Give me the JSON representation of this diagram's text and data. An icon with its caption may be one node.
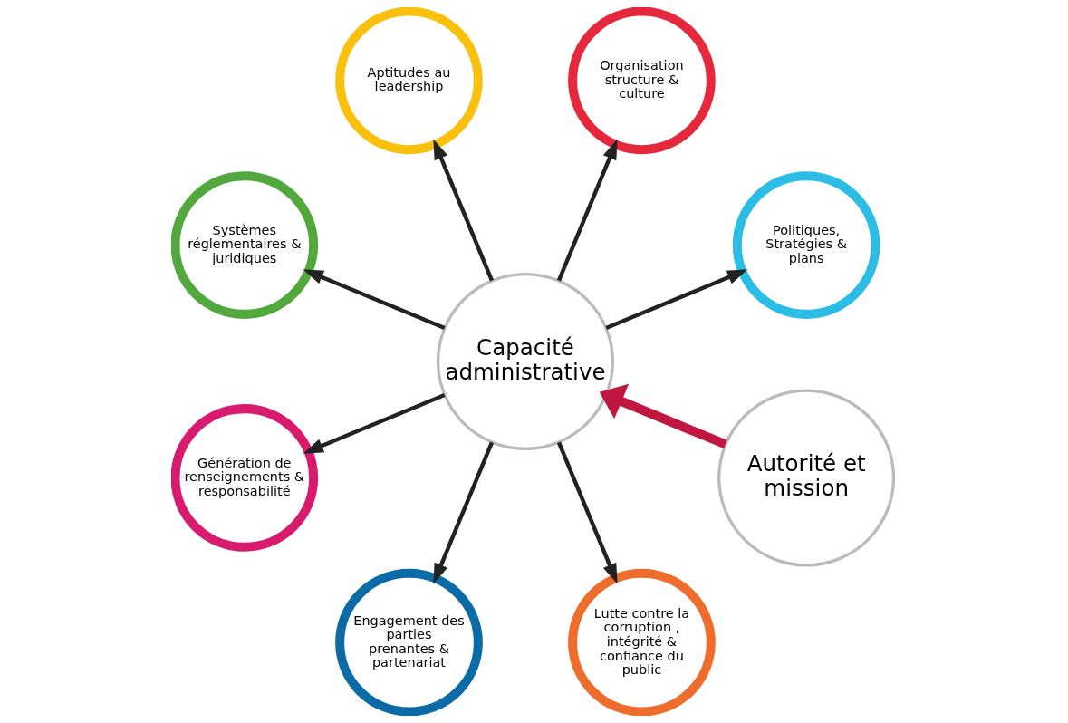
{
  "diagram": {
    "nodes": [
      {
        "text": [
          "Autorité et mission"
        ]
      },
      {
        "text": [
          "Capacité administrative"
        ]
      },
      {
        "text": [
          "Politiques, Stratégies & plans"
        ]
      },
      {
        "text": [
          "Organisation structure & culture"
        ]
      },
      {
        "text": [
          "Aptitudes au leadership"
        ]
      },
      {
        "text": [
          "Systèmes réglementaires & juridiques"
        ]
      },
      {
        "text": [
          "Génération de renseignements & responsabilité"
        ]
      },
      {
        "text": [
          "Engagement des parties prenantes & partenariat"
        ]
      },
      {
        "text": [
          "Lutte contre la corruption , intégrité & confiance du public"
        ]
      }
    ],
    "edges": [
      {
        "from": 0,
        "to": 1,
        "arrow": "to",
        "style": "thick",
        "color": "#c0163f"
      },
      {
        "from": 1,
        "to": 2,
        "arrow": "to"
      },
      {
        "from": 1,
        "to": 3,
        "arrow": "to"
      },
      {
        "from": 1,
        "to": 4,
        "arrow": "to"
      },
      {
        "from": 1,
        "to": 5,
        "arrow": "to"
      },
      {
        "from": 1,
        "to": 6,
        "arrow": "to"
      },
      {
        "from": 1,
        "to": 7,
        "arrow": "to"
      },
      {
        "from": 1,
        "to": 8,
        "arrow": "to"
      }
    ]
  }
}
